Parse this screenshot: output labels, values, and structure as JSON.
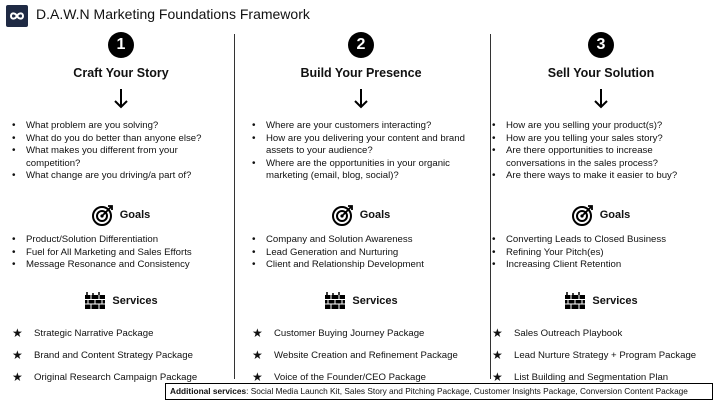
{
  "header": {
    "title": "D.A.W.N Marketing Foundations Framework",
    "logo_icon": "infinity-icon"
  },
  "columns": [
    {
      "number": "1",
      "title": "Craft Your Story",
      "questions": [
        "What problem are you solving?",
        "What do you do better than anyone else?",
        "What makes you different from your competition?",
        "What change are you driving/a part of?"
      ],
      "goals_label": "Goals",
      "goals": [
        "Product/Solution Differentiation",
        "Fuel for All Marketing and Sales Efforts",
        "Message Resonance and Consistency"
      ],
      "services_label": "Services",
      "services": [
        "Strategic Narrative Package",
        "Brand and Content Strategy Package",
        "Original Research Campaign Package"
      ]
    },
    {
      "number": "2",
      "title": "Build Your Presence",
      "questions": [
        "Where are your customers interacting?",
        "How are you delivering your content and brand assets to your audience?",
        "Where are the opportunities in your organic marketing (email, blog, social)?"
      ],
      "goals_label": "Goals",
      "goals": [
        "Company and Solution Awareness",
        "Lead Generation and Nurturing",
        "Client and Relationship Development"
      ],
      "services_label": "Services",
      "services": [
        "Customer Buying Journey Package",
        "Website Creation and Refinement Package",
        "Voice of the Founder/CEO Package"
      ]
    },
    {
      "number": "3",
      "title": "Sell Your Solution",
      "questions": [
        "How are you selling your product(s)?",
        "How are you telling your sales story?",
        "Are there opportunities to increase conversations in the sales process?",
        "Are there ways to make it easier to buy?"
      ],
      "goals_label": "Goals",
      "goals": [
        "Converting Leads to Closed Business",
        "Refining Your Pitch(es)",
        "Increasing Client Retention"
      ],
      "services_label": "Services",
      "services": [
        "Sales Outreach Playbook",
        "Lead Nurture Strategy + Program Package",
        "List Building and Segmentation Plan"
      ]
    }
  ],
  "footer": {
    "label": "Additional services",
    "text": ": Social Media Launch Kit, Sales Story and Pitching Package, Customer Insights Package, Conversion Content Package"
  }
}
